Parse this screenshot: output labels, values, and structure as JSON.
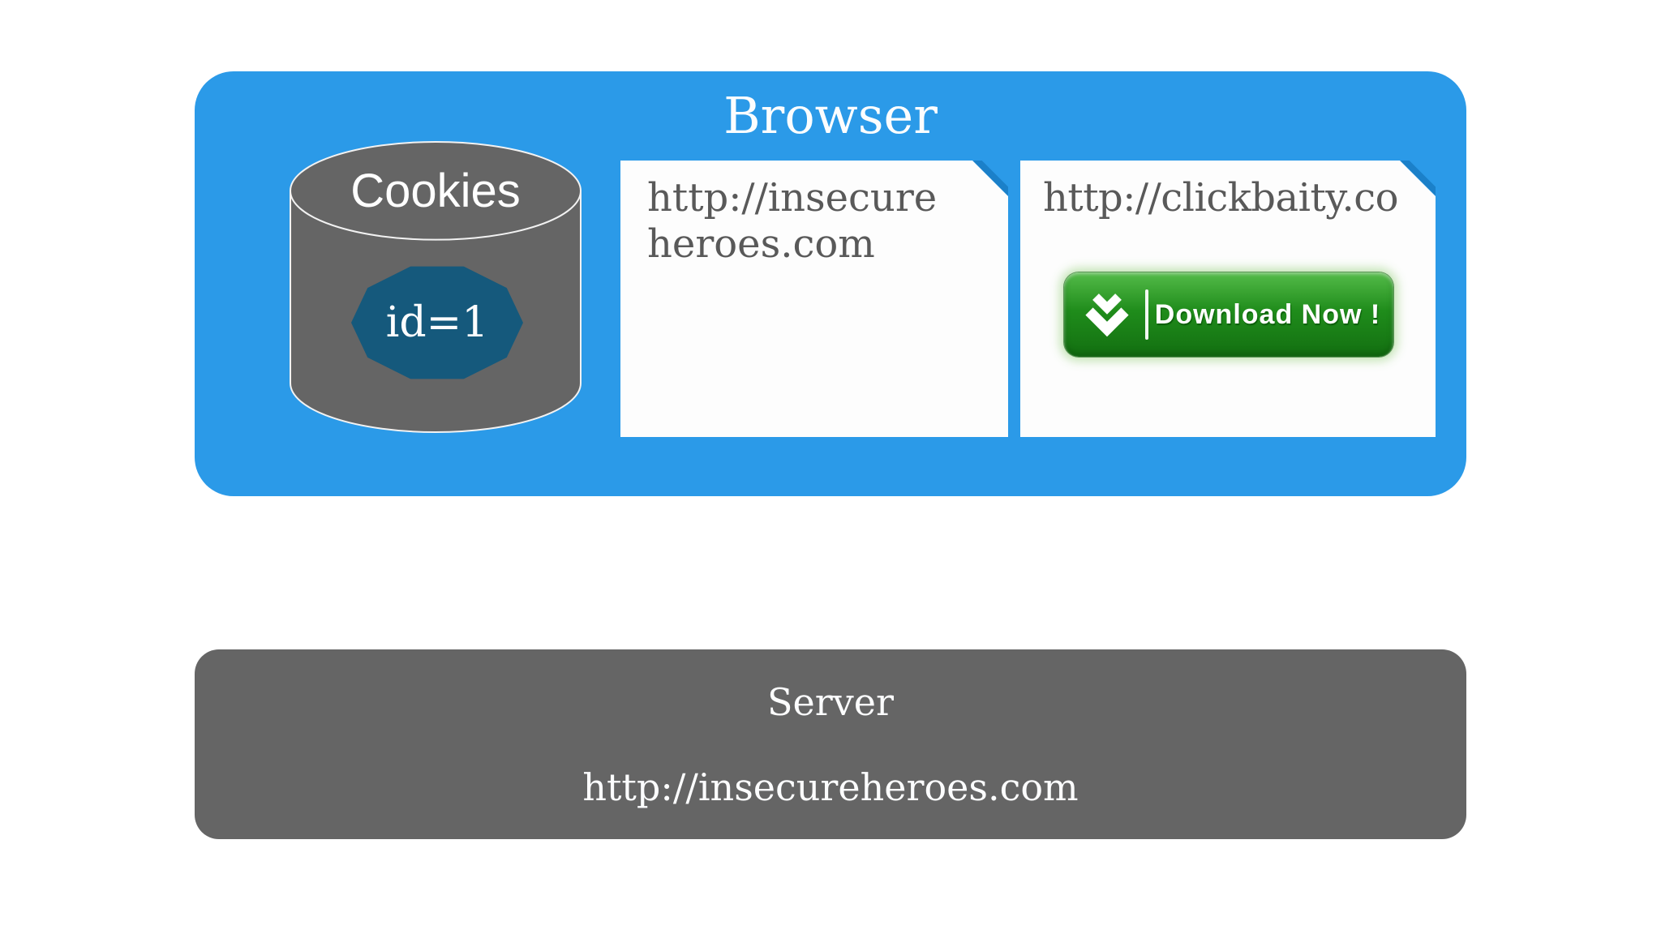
{
  "colors": {
    "accent_blue": "#2B9AE8",
    "fold_blue": "#1B80C9",
    "shape_gray": "#656565",
    "cookie_teal": "#15597C",
    "button_green_light": "#54BB49",
    "button_green": "#1F8C1B",
    "button_green_dark": "#136F11",
    "url_text_gray": "#595959",
    "card_white": "#FDFDFD",
    "text_white": "#FCFDFE"
  },
  "browser": {
    "title": "Browser",
    "cookies": {
      "label": "Cookies",
      "value": "id=1"
    },
    "pages": [
      {
        "url": "http://insecureheroes.com"
      },
      {
        "url": "http://clickbaity.co",
        "button": {
          "label": "Download Now !",
          "icon": "double-chevron-down-icon"
        }
      }
    ]
  },
  "server": {
    "title": "Server",
    "url": "http://insecureheroes.com"
  }
}
